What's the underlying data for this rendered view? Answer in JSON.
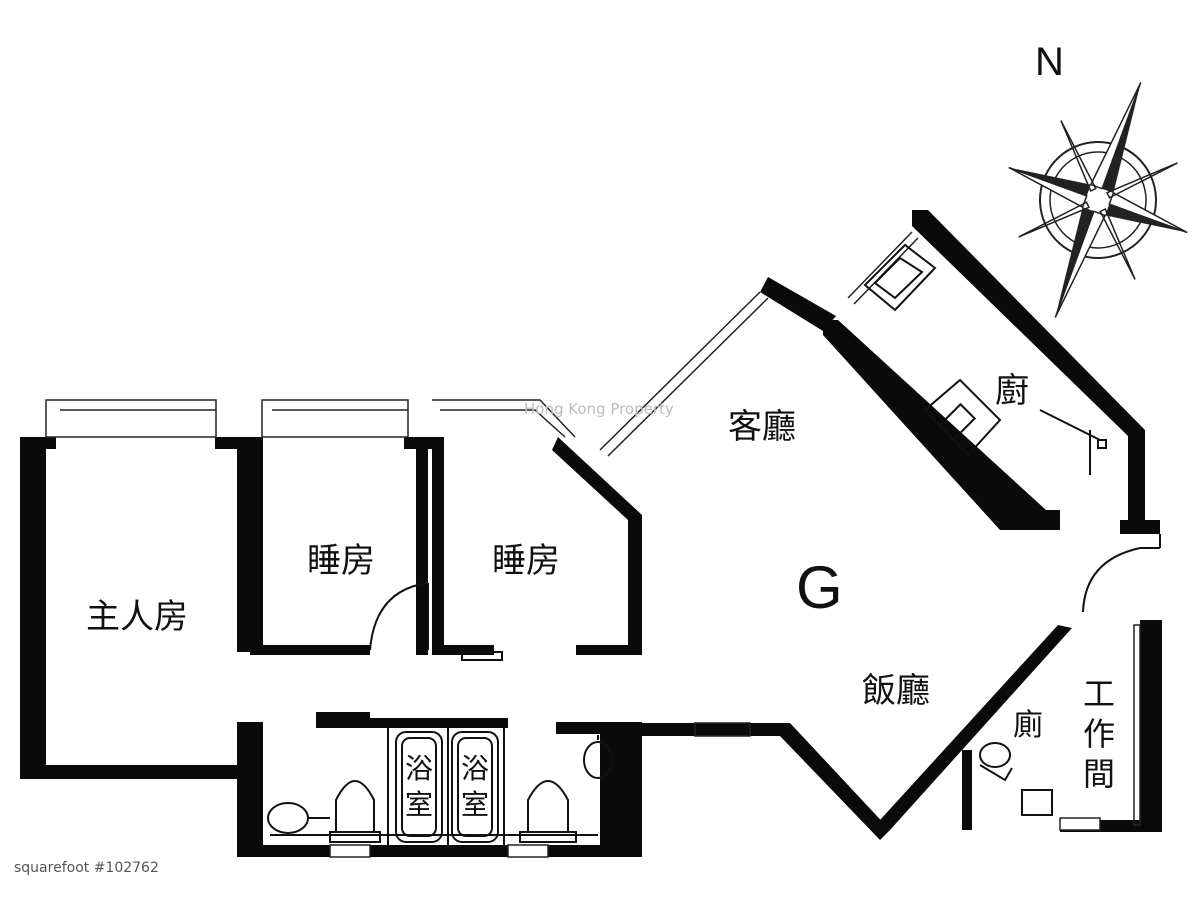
{
  "rooms": {
    "living": "客廳",
    "dining": "飯廳",
    "kitchen": "廚",
    "master_bedroom": "主人房",
    "bedroom_1": "睡房",
    "bedroom_2": "睡房",
    "bathroom_1": "浴室",
    "bathroom_2": "浴室",
    "toilet": "廁",
    "utility": "工作間"
  },
  "unit_label": "G",
  "compass": {
    "north": "N"
  },
  "watermark": "Hong Kong Property",
  "footer": "squarefoot #102762",
  "colors": {
    "wall": "#0a0a0a",
    "ink": "#111111",
    "background": "#ffffff"
  }
}
